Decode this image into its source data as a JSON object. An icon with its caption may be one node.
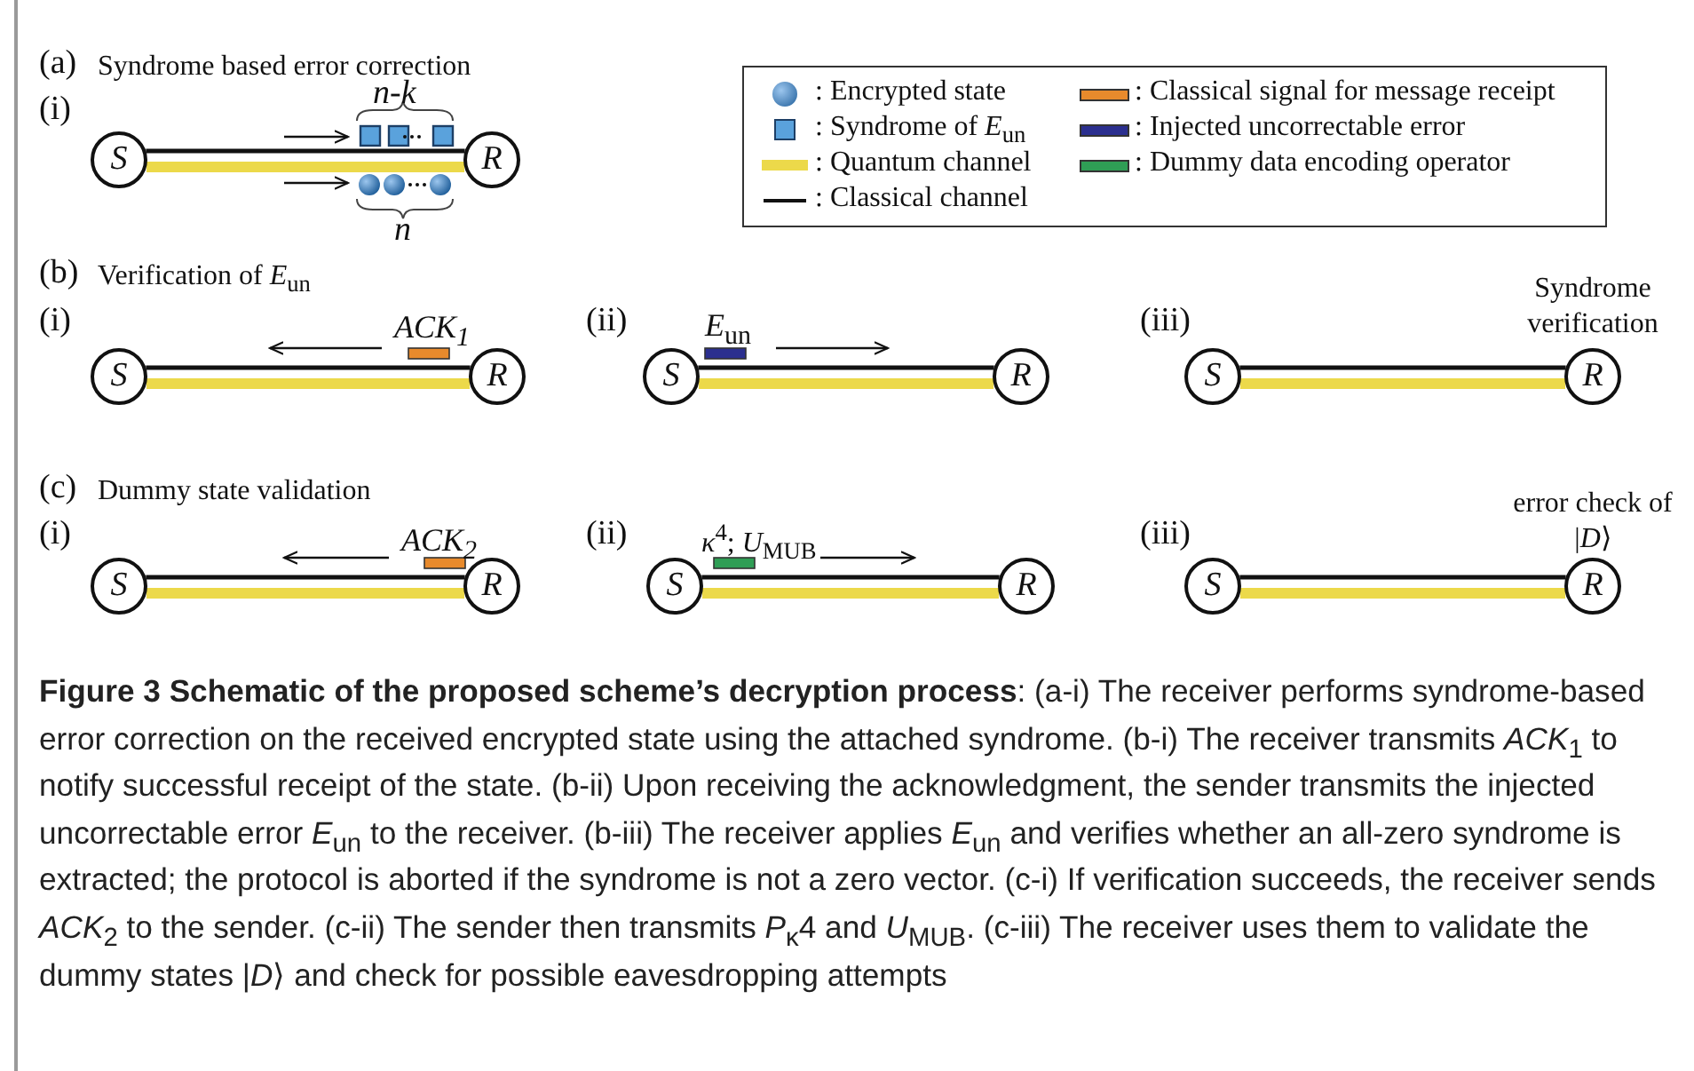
{
  "diagram": {
    "caption": "**Figure 3 Schematic of the proposed scheme’s decryption process**: (a-i) The receiver performs syndrome-based error correction on the received encrypted state using the attached syndrome. (b-i) The receiver transmits *ACK*$_{1}$ to notify successful receipt of the state. (b-ii) Upon receiving the acknowledgment, the sender transmits the injected uncorrectable error *E*$_{un}$ to the receiver. (b-iii) The receiver applies *E*$_{un}$ and verifies whether an all-zero syndrome is extracted; the protocol is aborted if the syndrome is not a zero vector. (c-i) If verification succeeds, the receiver sends *ACK*$_{2}$ to the sender. (c-ii) The sender then transmits *P*$_{κ}$4 and *U*$_{MUB}$. (c-iii) The receiver uses them to validate the dummy states |*D*⟩ and check for possible eavesdropping attempts",
    "nodes": [
      {
        "text": [
          "S"
        ]
      },
      {
        "text": [
          "R"
        ]
      },
      {
        "text": [
          "S"
        ]
      },
      {
        "text": [
          "R"
        ]
      },
      {
        "text": [
          "S"
        ]
      },
      {
        "text": [
          "R"
        ]
      },
      {
        "text": [
          "S"
        ]
      },
      {
        "text": [
          "R"
        ],
        "beside": [
          "Syndrome verification"
        ]
      },
      {
        "text": [
          "S"
        ]
      },
      {
        "text": [
          "R"
        ]
      },
      {
        "text": [
          "S"
        ]
      },
      {
        "text": [
          "R"
        ]
      },
      {
        "text": [
          "S"
        ]
      },
      {
        "text": [
          "R"
        ],
        "beside": [
          "error check of |*D*⟩"
        ]
      }
    ],
    "edges": [
      {
        "from": 0,
        "to": 1,
        "arrow": "none"
      },
      {
        "from": 0,
        "to": 1,
        "arrow": "none",
        "style": "thick",
        "color": "#ecd94a"
      },
      {
        "from": 2,
        "to": 3,
        "arrow": "none"
      },
      {
        "from": 2,
        "to": 3,
        "arrow": "none",
        "style": "thick",
        "color": "#ecd94a"
      },
      {
        "from": 4,
        "to": 5,
        "arrow": "none"
      },
      {
        "from": 4,
        "to": 5,
        "arrow": "none",
        "style": "thick",
        "color": "#ecd94a"
      },
      {
        "from": 6,
        "to": 7,
        "arrow": "none"
      },
      {
        "from": 6,
        "to": 7,
        "arrow": "none",
        "style": "thick",
        "color": "#ecd94a"
      },
      {
        "from": 8,
        "to": 9,
        "arrow": "none"
      },
      {
        "from": 8,
        "to": 9,
        "arrow": "none",
        "style": "thick",
        "color": "#ecd94a"
      },
      {
        "from": 10,
        "to": 11,
        "arrow": "none"
      },
      {
        "from": 10,
        "to": 11,
        "arrow": "none",
        "style": "thick",
        "color": "#ecd94a"
      },
      {
        "from": 12,
        "to": 13,
        "arrow": "none"
      },
      {
        "from": 12,
        "to": 13,
        "arrow": "none",
        "style": "thick",
        "color": "#ecd94a"
      }
    ],
    "labels": [
      "(a)",
      "Syndrome based error correction",
      "(i)",
      "*n*-*k*",
      "*n*",
      "(b)",
      "Verification of *E*$_{un}$",
      "(i)",
      "*ACK*$_{1}$",
      "(ii)",
      "*E*$_{un}$",
      "(iii)",
      "(c)",
      "Dummy state validation",
      "(i)",
      "*ACK*$_{2}$",
      "(ii)",
      "*κ*$^{4}$; *U*$_{MUB}$",
      "(iii)"
    ],
    "legend": [
      {
        "text": ": Encrypted state"
      },
      {
        "text": ": Classical signal for message receipt",
        "color": "#e88a2c"
      },
      {
        "text": ": Syndrome of *E*$_{un}$"
      },
      {
        "text": ": Injected uncorrectable error",
        "color": "#2b2f8f"
      },
      {
        "text": ": Quantum channel",
        "color": "#ecd94a"
      },
      {
        "text": ": Dummy data encoding operator",
        "color": "#2f9e55"
      },
      {
        "text": ": Classical channel"
      }
    ]
  }
}
